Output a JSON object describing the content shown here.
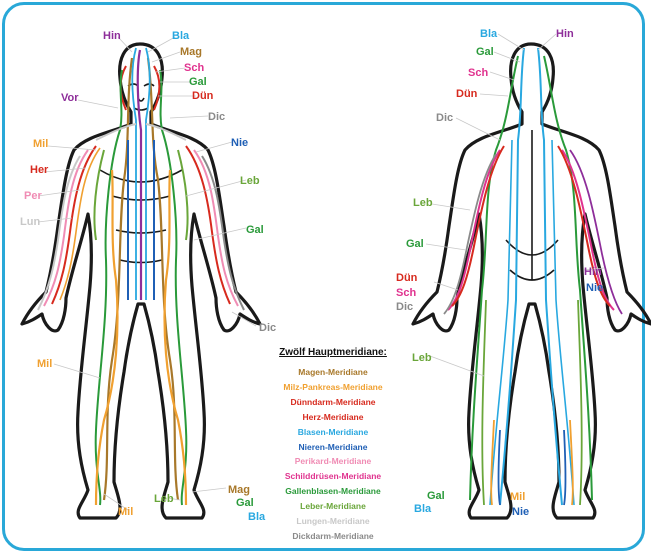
{
  "colors": {
    "frame": "#29a8d8",
    "Hin": "#8e2e9a",
    "Bla": "#29a8e0",
    "Mag": "#a8782a",
    "Sch": "#e0338f",
    "Gal": "#2a9a3a",
    "Dün": "#d72a1e",
    "Dic": "#8a8a8a",
    "Vor": "#8e2e9a",
    "Mil": "#f0a030",
    "Nie": "#1f5fb5",
    "Her": "#d72a1e",
    "Leb": "#6aa63a",
    "Per": "#f08cb4",
    "Lun": "#c8c8c8",
    "outline": "#1a1a1a"
  },
  "front_labels": {
    "hin": "Hin",
    "bla": "Bla",
    "mag": "Mag",
    "sch": "Sch",
    "gal": "Gal",
    "dun": "Dün",
    "vor": "Vor",
    "dic": "Dic",
    "mil": "Mil",
    "nie": "Nie",
    "her": "Her",
    "leb": "Leb",
    "per": "Per",
    "lun": "Lun",
    "gal2": "Gal",
    "dic2": "Dic",
    "mil2": "Mil",
    "mil3": "Mil",
    "leb2": "Leb",
    "mag2": "Mag",
    "gal3": "Gal",
    "bla2": "Bla"
  },
  "back_labels": {
    "bla": "Bla",
    "hin": "Hin",
    "gal": "Gal",
    "sch": "Sch",
    "dun": "Dün",
    "dic": "Dic",
    "leb": "Leb",
    "gal2": "Gal",
    "dun2": "Dün",
    "sch2": "Sch",
    "dic2": "Dic",
    "hin2": "Hin",
    "nie": "Nie",
    "leb2": "Leb",
    "gal3": "Gal",
    "bla2": "Bla",
    "mil": "Mil",
    "nie2": "Nie"
  },
  "legend": {
    "title": "Zwölf Hauptmeridiane:",
    "items": [
      {
        "text": "Magen-Meridiane",
        "color": "#a8782a"
      },
      {
        "text": "Milz-Pankreas-Meridiane",
        "color": "#f0a030"
      },
      {
        "text": "Dünndarm-Meridiane",
        "color": "#d72a1e"
      },
      {
        "text": "Herz-Meridiane",
        "color": "#d72a1e"
      },
      {
        "text": "Blasen-Meridiane",
        "color": "#29a8e0"
      },
      {
        "text": "Nieren-Meridiane",
        "color": "#1f5fb5"
      },
      {
        "text": "Perikard-Meridiane",
        "color": "#f08cb4"
      },
      {
        "text": "Schilddrüsen-Meridiane",
        "color": "#e0338f"
      },
      {
        "text": "Gallenblasen-Meridiane",
        "color": "#2a9a3a"
      },
      {
        "text": "Leber-Meridiane",
        "color": "#6aa63a"
      },
      {
        "text": "Lungen-Meridiane",
        "color": "#c8c8c8"
      },
      {
        "text": "Dickdarm-Meridiane",
        "color": "#8a8a8a"
      }
    ]
  }
}
